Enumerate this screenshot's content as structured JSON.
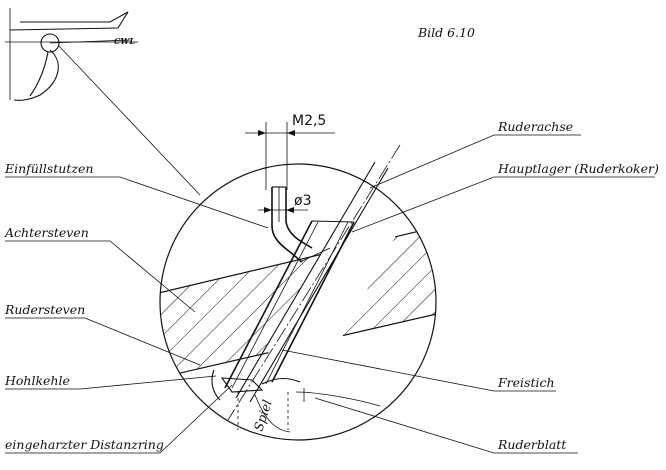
{
  "figure": {
    "title": "Bild 6.10",
    "inset_label": "CWL",
    "dimensions": {
      "thread": "M2,5",
      "diameter": "ø3"
    },
    "labels": {
      "einfuellstutzen": "Einfüllstutzen",
      "achtersteven": "Achtersteven",
      "rudersteven": "Rudersteven",
      "hohlkehle": "Hohlkehle",
      "distanzring": "eingeharzter Distanzring",
      "ruderachse": "Ruderachse",
      "hauptlager": "Hauptlager (Ruderkoker)",
      "freistich": "Freistich",
      "ruderblatt": "Ruderblatt",
      "spiel": "Spiel"
    }
  }
}
